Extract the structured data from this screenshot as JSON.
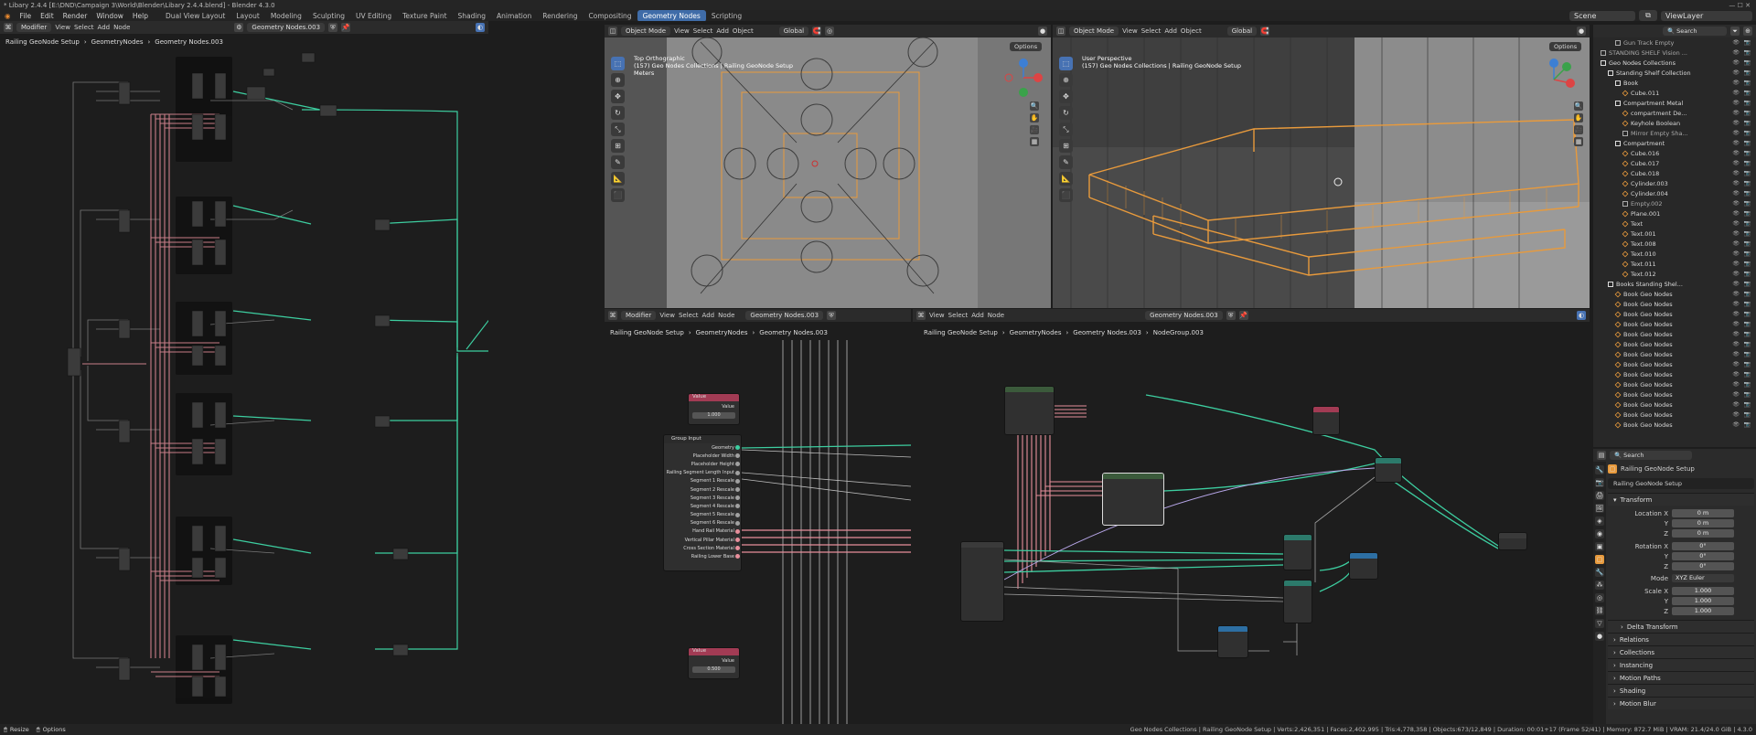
{
  "window": {
    "title": "* Libary 2.4.4 [E:\\DND\\Campaign 3\\World\\Blender\\Libary 2.4.4.blend] - Blender 4.3.0"
  },
  "menu": [
    "File",
    "Edit",
    "Render",
    "Window",
    "Help"
  ],
  "workspaces": [
    "Dual View Layout",
    "Layout",
    "Modeling",
    "Sculpting",
    "UV Editing",
    "Texture Paint",
    "Shading",
    "Animation",
    "Rendering",
    "Compositing",
    "Geometry Nodes",
    "Scripting"
  ],
  "active_workspace": "Geometry Nodes",
  "scene": {
    "label": "Scene",
    "view_layer": "ViewLayer"
  },
  "left_editor": {
    "header": {
      "mode": "Modifier",
      "menus": [
        "View",
        "Select",
        "Add",
        "Node"
      ],
      "tree": "Geometry Nodes.003"
    },
    "breadcrumb": [
      "Railing GeoNode Setup",
      "GeometryNodes",
      "Geometry Nodes.003"
    ]
  },
  "viewport_top": {
    "mode": "Object Mode",
    "menus": [
      "View",
      "Select",
      "Add",
      "Object"
    ],
    "orientation": "Global",
    "options": "Options",
    "info": [
      "Top Orthographic",
      "(157) Geo Nodes Collections | Railing GeoNode Setup",
      "Meters"
    ]
  },
  "viewport_persp": {
    "mode": "Object Mode",
    "menus": [
      "View",
      "Select",
      "Add",
      "Object"
    ],
    "orientation": "Global",
    "options": "Options",
    "info": [
      "User Perspective",
      "(157) Geo Nodes Collections | Railing GeoNode Setup"
    ]
  },
  "mid_node_editor": {
    "header": {
      "mode": "Modifier",
      "menus": [
        "View",
        "Select",
        "Add",
        "Node"
      ],
      "tree": "Geometry Nodes.003"
    },
    "breadcrumb": [
      "Railing GeoNode Setup",
      "GeometryNodes",
      "Geometry Nodes.003"
    ],
    "value_nodes": [
      {
        "title": "Value",
        "label": "Value",
        "value": "1.000"
      },
      {
        "title": "Value",
        "label": "Value",
        "value": "0.500"
      }
    ],
    "group_input": {
      "title": "Group Input",
      "sockets": [
        "Geometry",
        "Placeholder Width",
        "Placeholder Height",
        "Railing Segment Length Input",
        "Segment 1 Rescale",
        "Segment 2 Rescale",
        "Segment 3 Rescale",
        "Segment 4 Rescale",
        "Segment 5 Rescale",
        "Segment 6 Rescale",
        "Hand Rail Material",
        "Vertical Pillar Material",
        "Cross Section Material",
        "Railing Lower Base"
      ]
    }
  },
  "right_node_editor": {
    "header": {
      "menus": [
        "View",
        "Select",
        "Add",
        "Node"
      ],
      "tree": "Geometry Nodes.003"
    },
    "breadcrumb": [
      "Railing GeoNode Setup",
      "GeometryNodes",
      "Geometry Nodes.003",
      "NodeGroup.003"
    ]
  },
  "outliner": {
    "search": "Search",
    "items": [
      {
        "t": "Gun Track Empty",
        "i": 3,
        "c": "#aaa"
      },
      {
        "t": "STANDING SHELF Vision ...",
        "i": 1,
        "c": "#aaa"
      },
      {
        "t": "Geo Nodes Collections",
        "i": 1,
        "c": "#ddd"
      },
      {
        "t": "Standing Shelf Collection",
        "i": 2,
        "c": "#ddd"
      },
      {
        "t": "Book",
        "i": 3,
        "c": "#ddd"
      },
      {
        "t": "Cube.011",
        "i": 4,
        "c": "#e89a3c"
      },
      {
        "t": "Compartment Metal",
        "i": 3,
        "c": "#ddd"
      },
      {
        "t": "compartment De...",
        "i": 4,
        "c": "#e89a3c"
      },
      {
        "t": "Keyhole Boolean",
        "i": 4,
        "c": "#e89a3c"
      },
      {
        "t": "Mirror Empty Sha...",
        "i": 4,
        "c": "#aaa"
      },
      {
        "t": "Compartment",
        "i": 3,
        "c": "#ddd"
      },
      {
        "t": "Cube.016",
        "i": 4,
        "c": "#e89a3c"
      },
      {
        "t": "Cube.017",
        "i": 4,
        "c": "#e89a3c"
      },
      {
        "t": "Cube.018",
        "i": 4,
        "c": "#e89a3c"
      },
      {
        "t": "Cylinder.003",
        "i": 4,
        "c": "#e89a3c"
      },
      {
        "t": "Cylinder.004",
        "i": 4,
        "c": "#e89a3c"
      },
      {
        "t": "Empty.002",
        "i": 4,
        "c": "#aaa"
      },
      {
        "t": "Plane.001",
        "i": 4,
        "c": "#e89a3c"
      },
      {
        "t": "Text",
        "i": 4,
        "c": "#e89a3c"
      },
      {
        "t": "Text.001",
        "i": 4,
        "c": "#e89a3c"
      },
      {
        "t": "Text.008",
        "i": 4,
        "c": "#e89a3c"
      },
      {
        "t": "Text.010",
        "i": 4,
        "c": "#e89a3c"
      },
      {
        "t": "Text.011",
        "i": 4,
        "c": "#e89a3c"
      },
      {
        "t": "Text.012",
        "i": 4,
        "c": "#e89a3c"
      },
      {
        "t": "Books Standing Shel...",
        "i": 2,
        "c": "#ddd"
      },
      {
        "t": "Book Geo Nodes",
        "i": 3,
        "c": "#e89a3c"
      },
      {
        "t": "Book Geo Nodes",
        "i": 3,
        "c": "#e89a3c"
      },
      {
        "t": "Book Geo Nodes",
        "i": 3,
        "c": "#e89a3c"
      },
      {
        "t": "Book Geo Nodes",
        "i": 3,
        "c": "#e89a3c"
      },
      {
        "t": "Book Geo Nodes",
        "i": 3,
        "c": "#e89a3c"
      },
      {
        "t": "Book Geo Nodes",
        "i": 3,
        "c": "#e89a3c"
      },
      {
        "t": "Book Geo Nodes",
        "i": 3,
        "c": "#e89a3c"
      },
      {
        "t": "Book Geo Nodes",
        "i": 3,
        "c": "#e89a3c"
      },
      {
        "t": "Book Geo Nodes",
        "i": 3,
        "c": "#e89a3c"
      },
      {
        "t": "Book Geo Nodes",
        "i": 3,
        "c": "#e89a3c"
      },
      {
        "t": "Book Geo Nodes",
        "i": 3,
        "c": "#e89a3c"
      },
      {
        "t": "Book Geo Nodes",
        "i": 3,
        "c": "#e89a3c"
      },
      {
        "t": "Book Geo Nodes",
        "i": 3,
        "c": "#e89a3c"
      },
      {
        "t": "Book Geo Nodes",
        "i": 3,
        "c": "#e89a3c"
      }
    ]
  },
  "properties": {
    "search": "Search",
    "object": "Railing GeoNode Setup",
    "data": "Railing GeoNode Setup",
    "transform": {
      "title": "Transform",
      "location": [
        {
          "l": "Location X",
          "v": "0 m"
        },
        {
          "l": "Y",
          "v": "0 m"
        },
        {
          "l": "Z",
          "v": "0 m"
        }
      ],
      "rotation": [
        {
          "l": "Rotation X",
          "v": "0°"
        },
        {
          "l": "Y",
          "v": "0°"
        },
        {
          "l": "Z",
          "v": "0°"
        }
      ],
      "mode_label": "Mode",
      "mode": "XYZ Euler",
      "scale": [
        {
          "l": "Scale X",
          "v": "1.000"
        },
        {
          "l": "Y",
          "v": "1.000"
        },
        {
          "l": "Z",
          "v": "1.000"
        }
      ]
    },
    "panels": [
      "Delta Transform",
      "Relations",
      "Collections",
      "Instancing",
      "Motion Paths",
      "Shading",
      "Motion Blur"
    ]
  },
  "status": {
    "left": [
      "Resize",
      "Options"
    ],
    "right": "Geo Nodes Collections | Railing GeoNode Setup | Verts:2,426,351 | Faces:2,402,995 | Tris:4,778,358 | Objects:673/12,849 | Duration: 00:01+17 (Frame 52/41) | Memory: 872.7 MiB | VRAM: 21.4/24.0 GiB | 4.3.0"
  },
  "colors": {
    "accent": "#4772b3",
    "selected": "#e89a3c",
    "link_green": "#3dcea0",
    "link_pink": "#e88f9c",
    "value_header": "#a23b54"
  }
}
